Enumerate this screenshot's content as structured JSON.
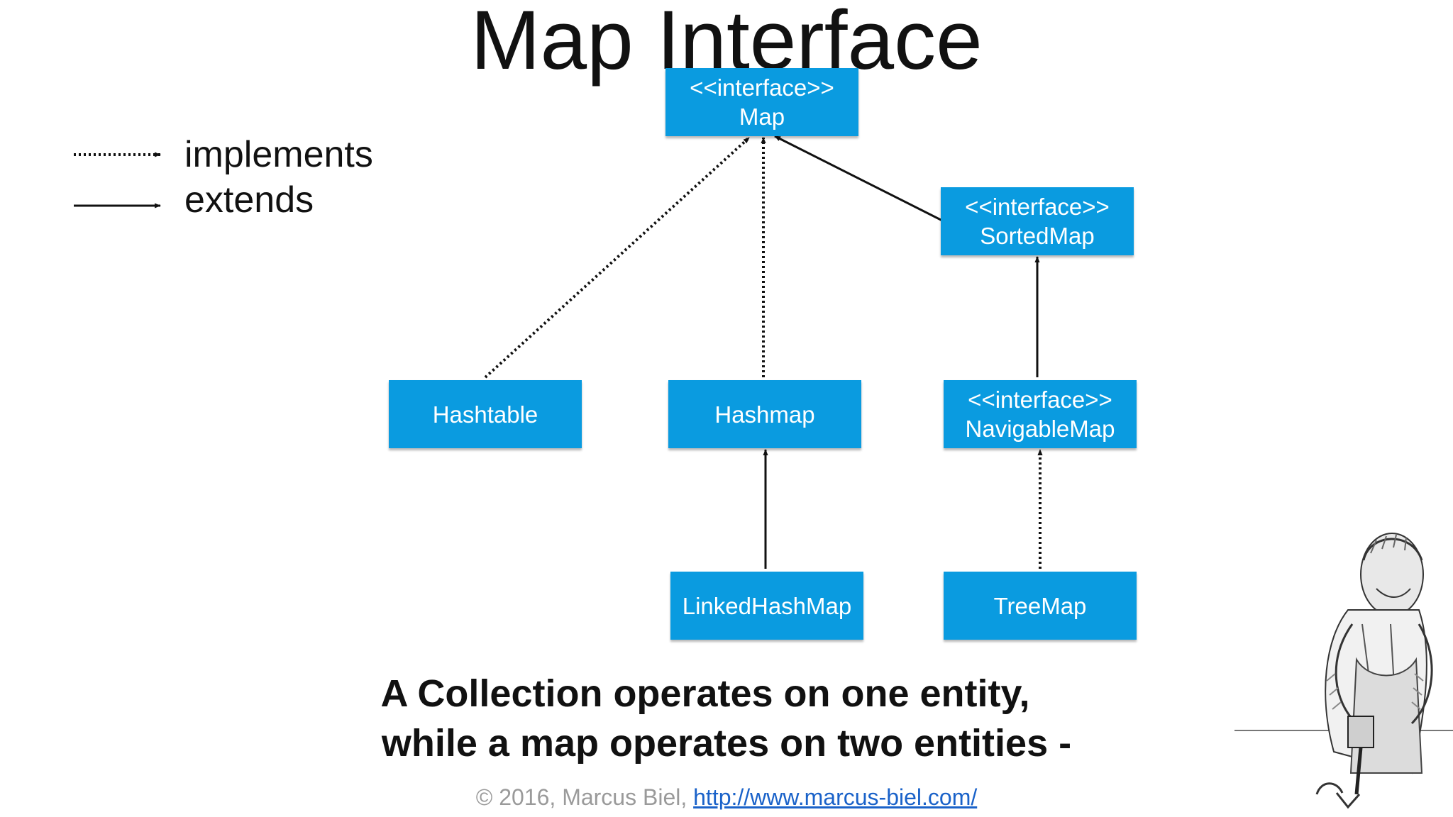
{
  "title": "Map Interface",
  "legend": {
    "implements_label": "implements",
    "extends_label": "extends"
  },
  "nodes": {
    "map": {
      "stereotype": "<<interface>>",
      "name": "Map"
    },
    "sorted_map": {
      "stereotype": "<<interface>>",
      "name": "SortedMap"
    },
    "hashtable": {
      "name": "Hashtable"
    },
    "hashmap": {
      "name": "Hashmap"
    },
    "navigable_map": {
      "stereotype": "<<interface>>",
      "name": "NavigableMap"
    },
    "linked_hash_map": {
      "name": "LinkedHashMap"
    },
    "tree_map": {
      "name": "TreeMap"
    }
  },
  "relations": [
    {
      "from": "Hashtable",
      "to": "Map",
      "type": "implements"
    },
    {
      "from": "Hashmap",
      "to": "Map",
      "type": "implements"
    },
    {
      "from": "SortedMap",
      "to": "Map",
      "type": "extends"
    },
    {
      "from": "NavigableMap",
      "to": "SortedMap",
      "type": "extends"
    },
    {
      "from": "LinkedHashMap",
      "to": "Hashmap",
      "type": "extends"
    },
    {
      "from": "TreeMap",
      "to": "NavigableMap",
      "type": "implements"
    }
  ],
  "caption": {
    "line1": "A Collection operates on one entity,",
    "line2": "while a map operates on two entities -"
  },
  "footer": {
    "copyright": "© 2016, Marcus Biel, ",
    "link_text": "http://www.marcus-biel.com/"
  },
  "colors": {
    "node_fill": "#0a9be0",
    "node_text": "#ffffff",
    "arrow": "#111111",
    "link": "#1a62c9"
  },
  "illustration": "craftsman-sketch"
}
